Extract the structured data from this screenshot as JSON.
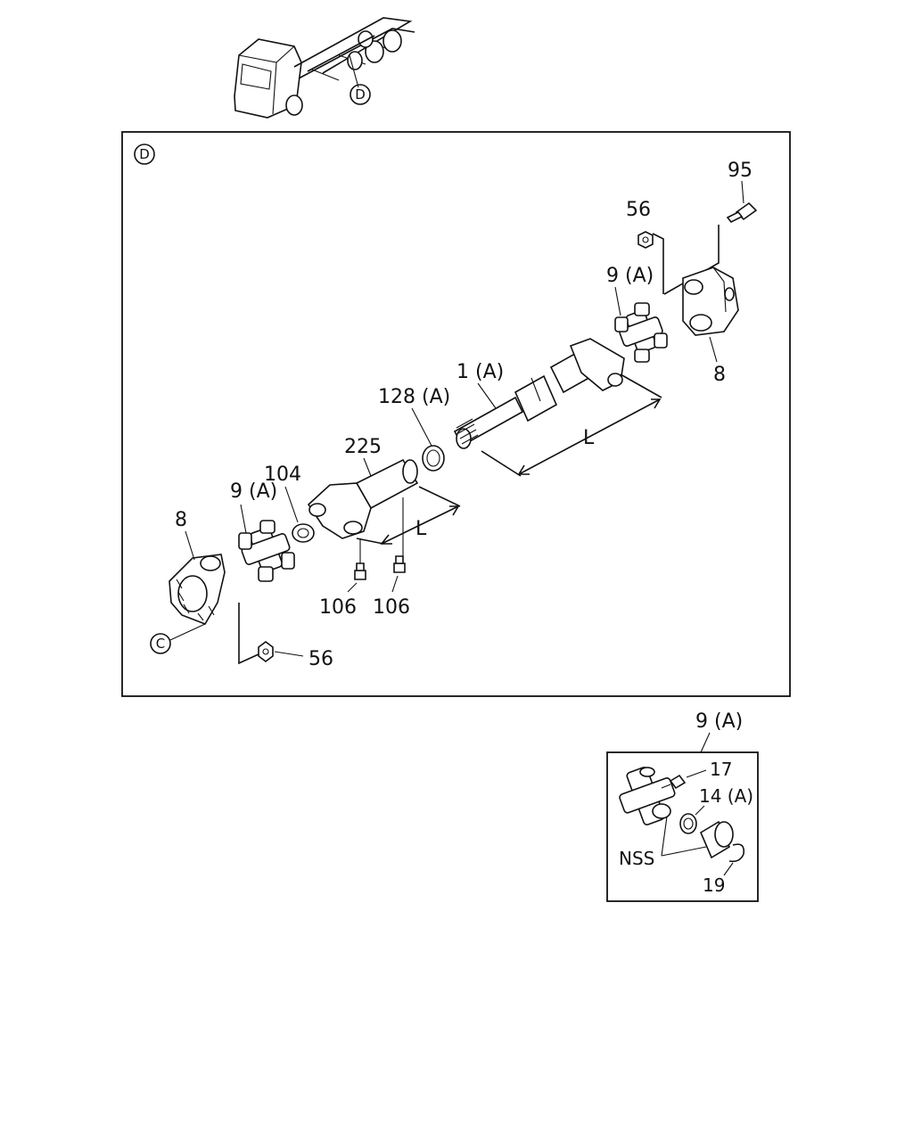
{
  "overview": {
    "callout": "D"
  },
  "main_view": {
    "view_tag": "D",
    "ref_tag": "C",
    "labels": {
      "p95": "95",
      "p56_top": "56",
      "p9a_right": "9 (A)",
      "p8_right": "8",
      "p1a": "1 (A)",
      "p128a": "128 (A)",
      "dim_L_long": "L",
      "p225": "225",
      "p104": "104",
      "p9a_left": "9 (A)",
      "p8_left": "8",
      "dim_L_short": "L",
      "p106_a": "106",
      "p106_b": "106",
      "p56_bottom": "56"
    }
  },
  "detail_view": {
    "title": "9 (A)",
    "labels": {
      "p17": "17",
      "p14a": "14 (A)",
      "nss": "NSS",
      "p19": "19"
    }
  }
}
